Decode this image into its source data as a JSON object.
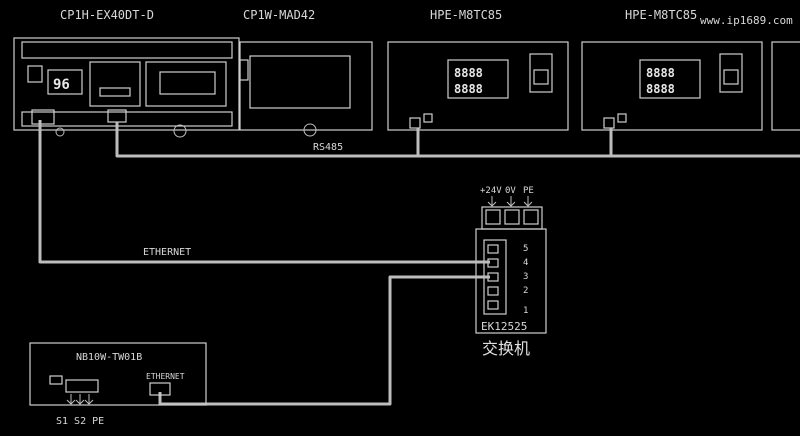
{
  "devices": {
    "plc": {
      "label": "CP1H-EX40DT-D",
      "display": "96"
    },
    "ad_module": {
      "label": "CP1W-MAD42"
    },
    "temp1": {
      "label": "HPE-M8TC85",
      "digits_top": "8888",
      "digits_bottom": "8888"
    },
    "temp2": {
      "label": "HPE-M8TC85",
      "digits_top": "8888",
      "digits_bottom": "8888"
    },
    "hmi": {
      "label": "NB10W-TW01B",
      "port_label": "ETHERNET",
      "terminals": "S1 S2 PE"
    },
    "switch": {
      "label": "EK12525",
      "caption": "交换机",
      "power_terminals": [
        "+24V",
        "0V",
        "PE"
      ],
      "ports": [
        "5",
        "4",
        "3",
        "2",
        "1"
      ]
    }
  },
  "links": {
    "rs485": "RS485",
    "ethernet": "ETHERNET"
  },
  "watermark": "www.ip1689.com"
}
